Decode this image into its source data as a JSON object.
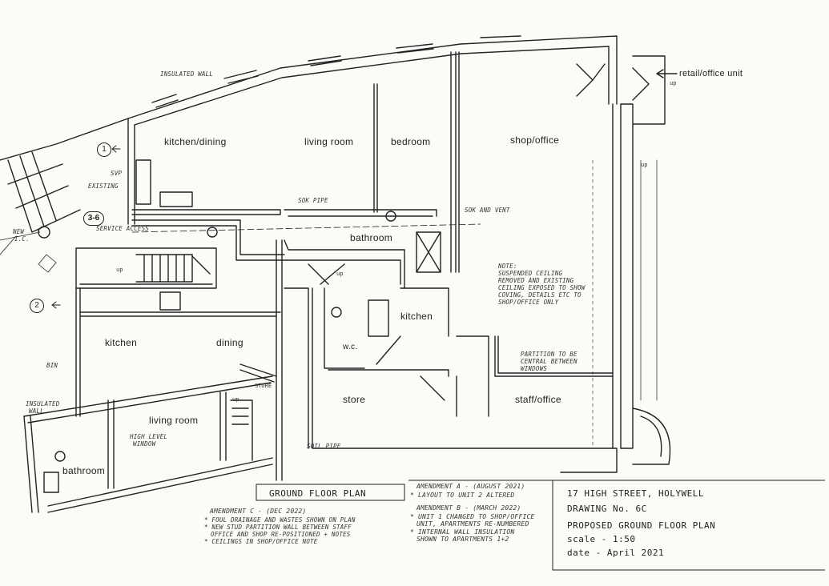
{
  "rooms": {
    "kitchen_dining_top": "kitchen/dining",
    "living_room_top": "living room",
    "bedroom": "bedroom",
    "shop_office": "shop/office",
    "bathroom_mid": "bathroom",
    "kitchen_mid": "kitchen",
    "wc": "w.c.",
    "store": "store",
    "staff_office": "staff/office",
    "kitchen_left": "kitchen",
    "dining_left": "dining",
    "living_room_bottom": "living room",
    "bathroom_bottom": "bathroom"
  },
  "markers": {
    "m1": "1",
    "m2": "2",
    "m36": "3-6",
    "retail": "retail/office unit",
    "up1": "up",
    "up2": "up",
    "up3": "up",
    "up4": "up",
    "up5": "up",
    "store_small": "STORE"
  },
  "notes": {
    "insulated_top": "INSULATED WALL",
    "existing": "EXISTING",
    "new_1": "NEW",
    "new_2": "I.C.",
    "svp": "SVP",
    "service_access": "SERVICE ACCESS",
    "sok_pipe": "SOK PIPE",
    "sok_and_vent": "SOK AND VENT",
    "note_1": "NOTE:",
    "note_2": "SUSPENDED CEILING",
    "note_3": "REMOVED AND EXISTING",
    "note_4": "CEILING EXPOSED TO SHOW",
    "note_5": "COVING, DETAILS ETC TO",
    "note_6": "SHOP/OFFICE ONLY",
    "partition_1": "PARTITION TO BE",
    "partition_2": "CENTRAL BETWEEN",
    "partition_3": "WINDOWS",
    "insulated_left_1": "INSULATED",
    "insulated_left_2": "WALL",
    "high_level_1": "HIGH LEVEL",
    "high_level_2": "WINDOW",
    "bin": "BIN",
    "soil_pipe": "SOIL PIPE"
  },
  "plan_title": "GROUND FLOOR PLAN",
  "amendments": {
    "a_title": "AMENDMENT A - (AUGUST 2021)",
    "a_1": "* LAYOUT TO UNIT 2 ALTERED",
    "b_title": "AMENDMENT B - (MARCH 2022)",
    "b_1": "* UNIT 1 CHANGED TO SHOP/OFFICE",
    "b_2": "UNIT, APARTMENTS RE-NUMBERED",
    "b_3": "* INTERNAL WALL INSULATION",
    "b_4": "SHOWN TO APARTMENTS 1+2",
    "c_title": "AMENDMENT C - (DEC 2022)",
    "c_1": "* FOUL DRAINAGE AND WASTES SHOWN ON PLAN",
    "c_2": "* NEW STUD PARTITION WALL BETWEEN STAFF",
    "c_3": "OFFICE AND SHOP RE-POSITIONED + NOTES",
    "c_4": "* CEILINGS IN SHOP/OFFICE NOTE"
  },
  "title_block": {
    "address": "17 HIGH STREET, HOLYWELL",
    "drawing": "DRAWING No. 6C",
    "title": "PROPOSED GROUND FLOOR PLAN",
    "scale": "scale - 1:50",
    "date": "date - April 2021"
  }
}
